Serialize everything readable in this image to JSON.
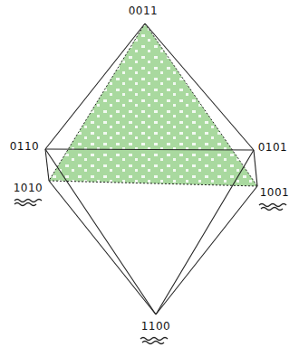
{
  "diagram": {
    "labels": [
      "0011",
      "0110",
      "0101",
      "1010",
      "1001",
      "1100"
    ]
  }
}
